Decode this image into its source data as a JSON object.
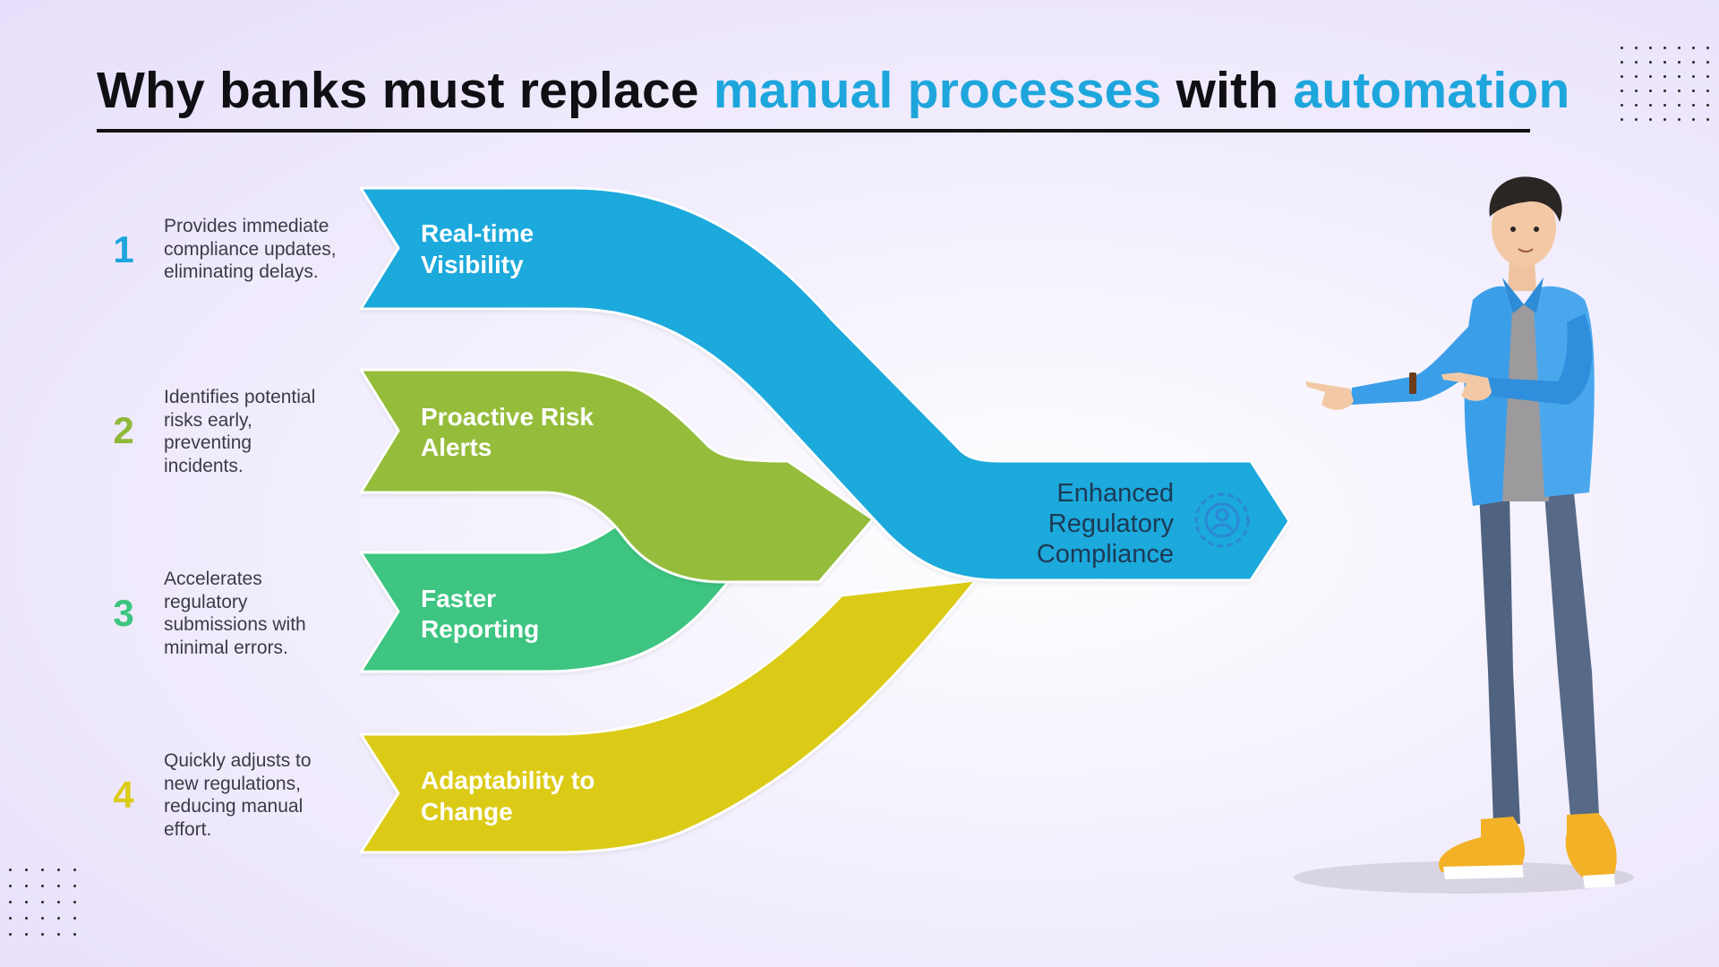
{
  "title": {
    "part1": "Why banks must replace ",
    "highlight1": "manual processes",
    "part2": " with ",
    "highlight2": "automation"
  },
  "colors": {
    "accent": "#1ea6dc",
    "blue": "#1fa9dc",
    "green": "#95bd3a",
    "teal": "#3cc581",
    "yellow": "#dccb18"
  },
  "steps": [
    {
      "number": "1",
      "description": [
        "Provides immediate",
        "compliance updates,",
        "eliminating delays."
      ],
      "color": "#1ea6dc"
    },
    {
      "number": "2",
      "description": [
        "Identifies potential",
        "risks early,",
        "preventing",
        "incidents."
      ],
      "color": "#8fb93b"
    },
    {
      "number": "3",
      "description": [
        "Accelerates",
        "regulatory",
        "submissions with",
        "minimal errors."
      ],
      "color": "#3cc581"
    },
    {
      "number": "4",
      "description": [
        "Quickly adjusts to",
        "new regulations,",
        "reducing manual",
        "effort."
      ],
      "color": "#dccb18"
    }
  ],
  "bands": [
    {
      "line1": "Real-time",
      "line2": "Visibility"
    },
    {
      "line1": "Proactive Risk",
      "line2": "Alerts"
    },
    {
      "line1": "Faster",
      "line2": "Reporting"
    },
    {
      "line1": "Adaptability to",
      "line2": "Change"
    }
  ],
  "target": {
    "lines": [
      "Enhanced",
      "Regulatory",
      "Compliance"
    ],
    "icon": "compliance-badge-icon"
  },
  "figure": {
    "icon": "pointing-person-illustration"
  }
}
